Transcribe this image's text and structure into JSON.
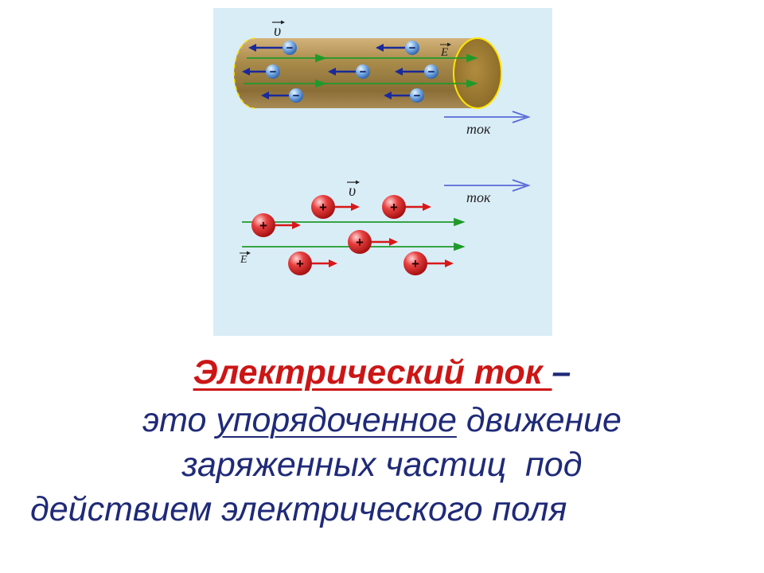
{
  "figure": {
    "conductor": {
      "velocity_label": "υ",
      "field_label": "E",
      "current_label": "ток",
      "electron_sign": "−"
    },
    "ions": {
      "velocity_label": "υ",
      "field_label": "E",
      "current_label": "ток",
      "ion_sign": "+"
    },
    "colors": {
      "background": "#d9edf7",
      "conductor": "#a88a4a",
      "electron": "#3a78c8",
      "electron_arrow": "#1a2a9a",
      "field_line": "#1f9a2a",
      "ion": "#d82020",
      "ion_arrow": "#d81818",
      "current_arrow": "#5a6ad8"
    }
  },
  "caption": {
    "term": "Электрический ток ",
    "dash": "–",
    "line2_start": "это ",
    "line2_underlined": "упорядоченное",
    "line2_end": " движение",
    "line3": "заряженных частиц  под",
    "line4": "действием электрического поля"
  }
}
